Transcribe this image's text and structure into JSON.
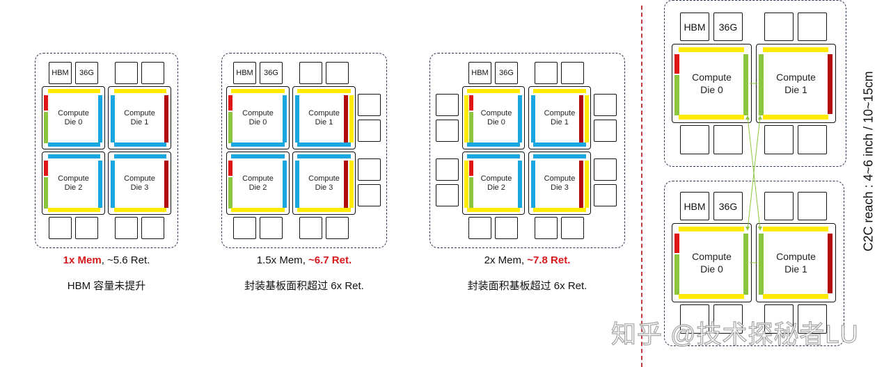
{
  "colors": {
    "d2d_bar": "#ffeb00",
    "hbm_phy_bar": "#1aa6e0",
    "io_bar_red": "#e01616",
    "io_bar_dark_red": "#b30b0b",
    "c2c_bar_green": "#8cc63f",
    "highlight_text": "#d7191c",
    "divider": "#c0393b"
  },
  "hbm_label": "HBM",
  "hbm_capacity": "36G",
  "die_word": "Compute",
  "dies": {
    "d0": "Die 0",
    "d1": "Die 1",
    "d2": "Die 2",
    "d3": "Die 3"
  },
  "panels": [
    {
      "caption_mem": "1x Mem",
      "caption_sep": ", ",
      "caption_ret": "~5.6 Ret.",
      "highlight": "mem",
      "note": "HBM 容量未提升"
    },
    {
      "caption_mem": "1.5x Mem",
      "caption_sep": ", ",
      "caption_ret": "~6.7 Ret.",
      "highlight": "ret",
      "note": "封装基板面积超过 6x Ret."
    },
    {
      "caption_mem": "2x Mem",
      "caption_sep": ", ",
      "caption_ret": "~7.8 Ret.",
      "highlight": "ret",
      "note": "封装面积基板超过 6x Ret."
    }
  ],
  "c2c": {
    "reach_label": "C2C reach : 4~6 inch / 10~15cm"
  },
  "watermark": "知乎 @技术探秘者LU"
}
